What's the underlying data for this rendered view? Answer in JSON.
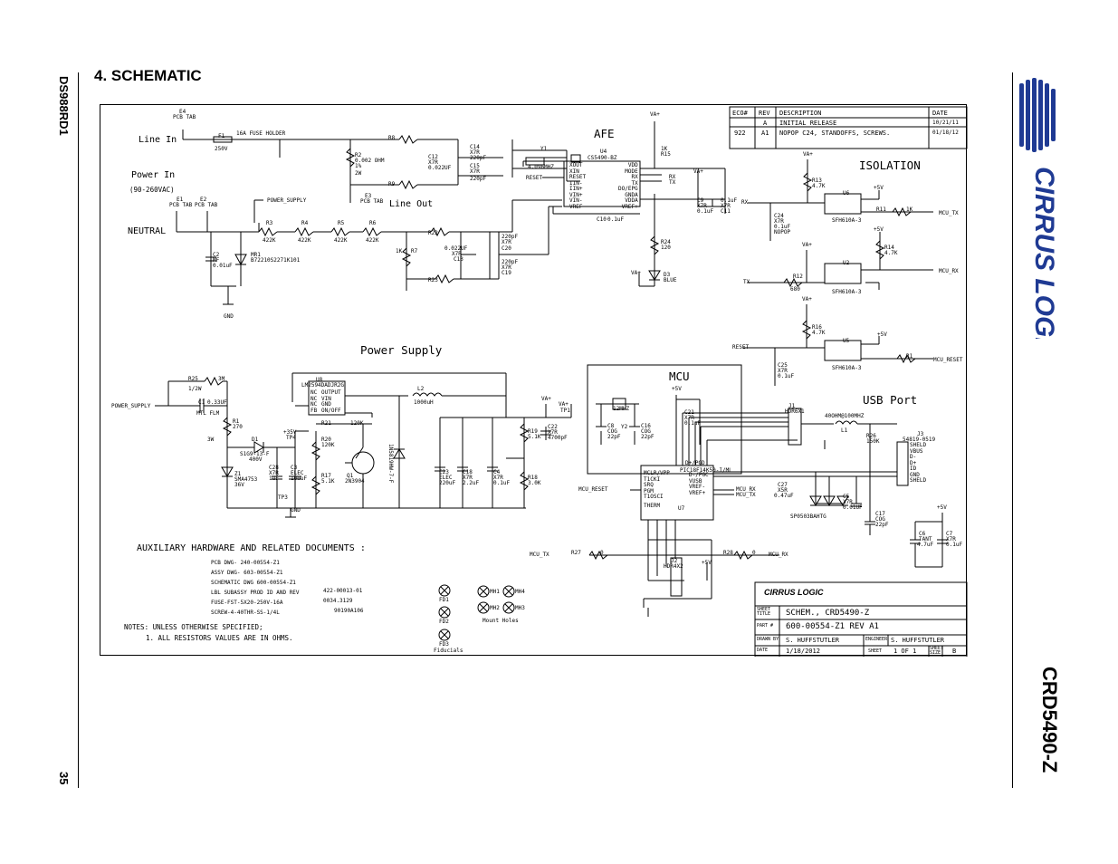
{
  "page": {
    "doc_id": "DS988RD1",
    "page_number": "35",
    "section_heading": "4.  SCHEMATIC",
    "product": "CRD5490-Z",
    "logo_text": "CIRRUS LOGIC"
  },
  "revision_table": {
    "headers": [
      "ECO#",
      "REV",
      "DESCRIPTION",
      "DATE"
    ],
    "rows": [
      [
        "",
        "A",
        "INITIAL RELEASE",
        "10/21/11"
      ],
      [
        "922",
        "A1",
        "NOPOP C24, STANDOFFS, SCREWS.",
        "01/18/12"
      ]
    ]
  },
  "blocks": {
    "line_in": "Line In",
    "power_in": "Power In",
    "power_in_range": "(90-260VAC)",
    "neutral": "NEUTRAL",
    "line_out": "Line Out",
    "afe": "AFE",
    "isolation": "ISOLATION",
    "power_supply": "Power Supply",
    "mcu": "MCU",
    "usb_port": "USB Port"
  },
  "parts": {
    "e4": "E4",
    "pcb_tab": "PCB TAB",
    "f1": "F1",
    "fuse": "16A FUSE HOLDER",
    "v250": "250V",
    "r8": "R8",
    "r9": "R9",
    "r2": "R2",
    "r2_val": "0.002 OHM",
    "r2_v2": "1%",
    "r2_v3": "2W",
    "c12": "C12",
    "c12_val": "X7R",
    "c12_v2": "0.022UF",
    "c14": "C14",
    "c15": "C15",
    "x7r": "X7R",
    "pf220": "220pF",
    "e1": "E1",
    "e2": "E2",
    "e3": "E3",
    "power_supply_net": "POWER_SUPPLY",
    "r3": "R3",
    "r4": "R4",
    "r5": "R5",
    "r6": "R6",
    "k422": "422K",
    "r22": "R22",
    "r7": "R7",
    "k1": "1K",
    "r23": "R23",
    "r_1k": "1K",
    "c13": "C13",
    "c13_val": "0.022UF",
    "c19": "C19",
    "c20": "C20",
    "c2": "C2",
    "c2_v1": "MF",
    "c2_v2": "0.01uF",
    "d1_ref": "MR1",
    "d1_val": "B72210S2271K101",
    "gnd": "GND",
    "y1": "Y1",
    "y1_val": "4.096MHZ",
    "reset": "RESET",
    "u4": "U4",
    "u4_part": "CS5490-BZ",
    "u4_pins_left": [
      "XOUT",
      "XIN",
      "RESET",
      "IIN-",
      "IIN+",
      "VIN+",
      "VIN-",
      "VREF-"
    ],
    "u4_pins_right": [
      "VDD",
      "MODE",
      "RX",
      "TX",
      "DO/EPG",
      "GNDA",
      "VDDA",
      "VREF+"
    ],
    "rx": "RX",
    "tx": "TX",
    "c10": "C10",
    "c10_val": "0.1uF",
    "vaplus": "VA+",
    "r15": "R15",
    "r15_val": "1K",
    "r24": "R24",
    "r24_val": "120",
    "d3": "D3",
    "d3_val": "BLUE",
    "c9": "C9",
    "c11": "C11",
    "uf01": "0.1uF",
    "u6": "U6",
    "u6_part": "SFH610A-3",
    "r13": "R13",
    "k47": "4.7K",
    "r11": "R11",
    "r11_val": "1K",
    "mcu_tx": "MCU_TX",
    "c24": "C24",
    "c24_v": "NOPOP",
    "plus5v": "+5V",
    "r14": "R14",
    "u2": "U2",
    "mcu_rx": "MCU_RX",
    "r12": "R12",
    "r12_val": "680",
    "r16": "R16",
    "u5": "U5",
    "c25": "C25",
    "r1b": "R1",
    "mcu_reset": "MCU_RESET",
    "r25": "R25",
    "r25_val": "3M",
    "r25_v2": "1/2W",
    "c1": "C1",
    "c1_val": "0.33UF",
    "c1_v2": "MTL FLM",
    "r1": "R1",
    "r1_val": "270",
    "r1_v2": "3W",
    "d1": "D1",
    "d1_part": "S1G9-13-F",
    "d1_v": "400V",
    "z1": "Z1",
    "z1_part": "SMA4753",
    "z1_v": "36V",
    "u8": "U8",
    "u8_part": "LM2594DADJR2G",
    "u8_pins_left": [
      "NC",
      "NC",
      "NC",
      "FB"
    ],
    "u8_pins_right": [
      "OUTPUT",
      "VIN",
      "GND",
      "ON/OFF"
    ],
    "plus35v": "+35V",
    "tp4": "TP4",
    "tp3": "TP3",
    "c28": "C28",
    "c28_v": "1uF",
    "c3": "C3",
    "c3_v": "ELEC",
    "c3_v2": "100uF",
    "r20": "R20",
    "r20_v": "120K",
    "r17": "R17",
    "r17_v": "5.1K",
    "r21": "R21",
    "r21_v": "120K",
    "q1": "Q1",
    "q1_v": "2N3904",
    "l2": "L2",
    "l2_v": "1000uH",
    "d2": "D2",
    "d2_v": "1N5819HW-7-F",
    "c23": "C23",
    "c23_v": "ELEC",
    "c23_v2": "220uF",
    "c18": "C18",
    "c18_v": "2.2uF",
    "c4": "C4",
    "r19": "R19",
    "r19_v": "5.1K",
    "r18": "R18",
    "r18_v": "3.0K",
    "c22": "C22",
    "c22_v": "4700pF",
    "tp1": "TP1",
    "mhz12": "12MHZ",
    "y2": "Y2",
    "c8": "C8",
    "c16": "C16",
    "cog": "COG",
    "pf22": "22pF",
    "c21": "C21",
    "u7": "U7",
    "u7_part": "PIC18F14K50-I/ML",
    "u7_pins_left": [
      "MCLR/VPP",
      "T1CKI",
      "SRQ",
      "PGM",
      "T1OSCI",
      "THERM"
    ],
    "u7_pins_right": [
      "D-/PGC",
      "VUSB",
      "VREF-",
      "VREF+",
      "D+/PGD"
    ],
    "j1": "J1",
    "j1_part": "HDR6X1",
    "l1": "L1",
    "l1_val": "40OHM@100MHZ",
    "r26": "R26",
    "r26_val": "150K",
    "j3": "J3",
    "j3_part": "54819-0519",
    "j3_pins": [
      "SHELD",
      "VBUS",
      "D-",
      "D+",
      "ID",
      "GND",
      "SHELD"
    ],
    "c27": "C27",
    "c27_val": "X5R",
    "c27_v2": "0.47uF",
    "d_esd": "SP0503BAHTG",
    "c5": "C5",
    "c5_val": "0.01UF",
    "c17": "C17",
    "c6": "C6",
    "c6_val": "TANT",
    "c6_v2": "4.7uF",
    "c7": "C7",
    "c7_val": "0.1uF",
    "r27": "R27",
    "r28": "R28",
    "r0": "0",
    "j2": "J2",
    "j2_part": "HDR4X2",
    "mcu_tx2": "MCU_TX",
    "mcu_rx2": "MCU_RX"
  },
  "aux": {
    "heading": "AUXILIARY HARDWARE AND RELATED DOCUMENTS :",
    "items": [
      {
        "code": "PCB DWG- 240-00554-Z1",
        "pn": ""
      },
      {
        "code": "ASSY DWG- 603-00554-Z1",
        "pn": ""
      },
      {
        "code": "SCHEMATIC DWG 600-00554-Z1",
        "pn": ""
      },
      {
        "code": "LBL SUBASSY PROD ID AND REV",
        "pn": "422-00013-01"
      },
      {
        "code": "FUSE-FST-5X20-250V-16A",
        "pn": "0034.3129"
      },
      {
        "code": "SCREW-4-40THR-SS-1/4L",
        "pn": "90190A106"
      }
    ],
    "fiducials": [
      "FD1",
      "FD2",
      "FD3"
    ],
    "fiducials_label": "Fiducials",
    "mount_holes": [
      "MH1",
      "MH4",
      "MH2",
      "MH3"
    ],
    "mount_label": "Mount Holes"
  },
  "notes": {
    "line1": "NOTES: UNLESS OTHERWISE SPECIFIED;",
    "line2": "1.   ALL RESISTORS VALUES ARE IN OHMS."
  },
  "title_block": {
    "logo": "CIRRUS LOGIC",
    "sheet_title_label": "SHEET TITLE",
    "sheet_title": "SCHEM., CRD5490-Z",
    "part_label": "PART #",
    "part_number": "600-00554-Z1 REV A1",
    "drawn_by_label": "DRAWN BY",
    "drawn_by": "S. HUFFSTUTLER",
    "engineer_label": "ENGINEER",
    "engineer": "S. HUFFSTUTLER",
    "date_label": "DATE",
    "date": "1/18/2012",
    "sheet_label": "SHEET",
    "sheet": "1 OF 1",
    "size_label": "SHEET SIZE",
    "size": "B"
  }
}
